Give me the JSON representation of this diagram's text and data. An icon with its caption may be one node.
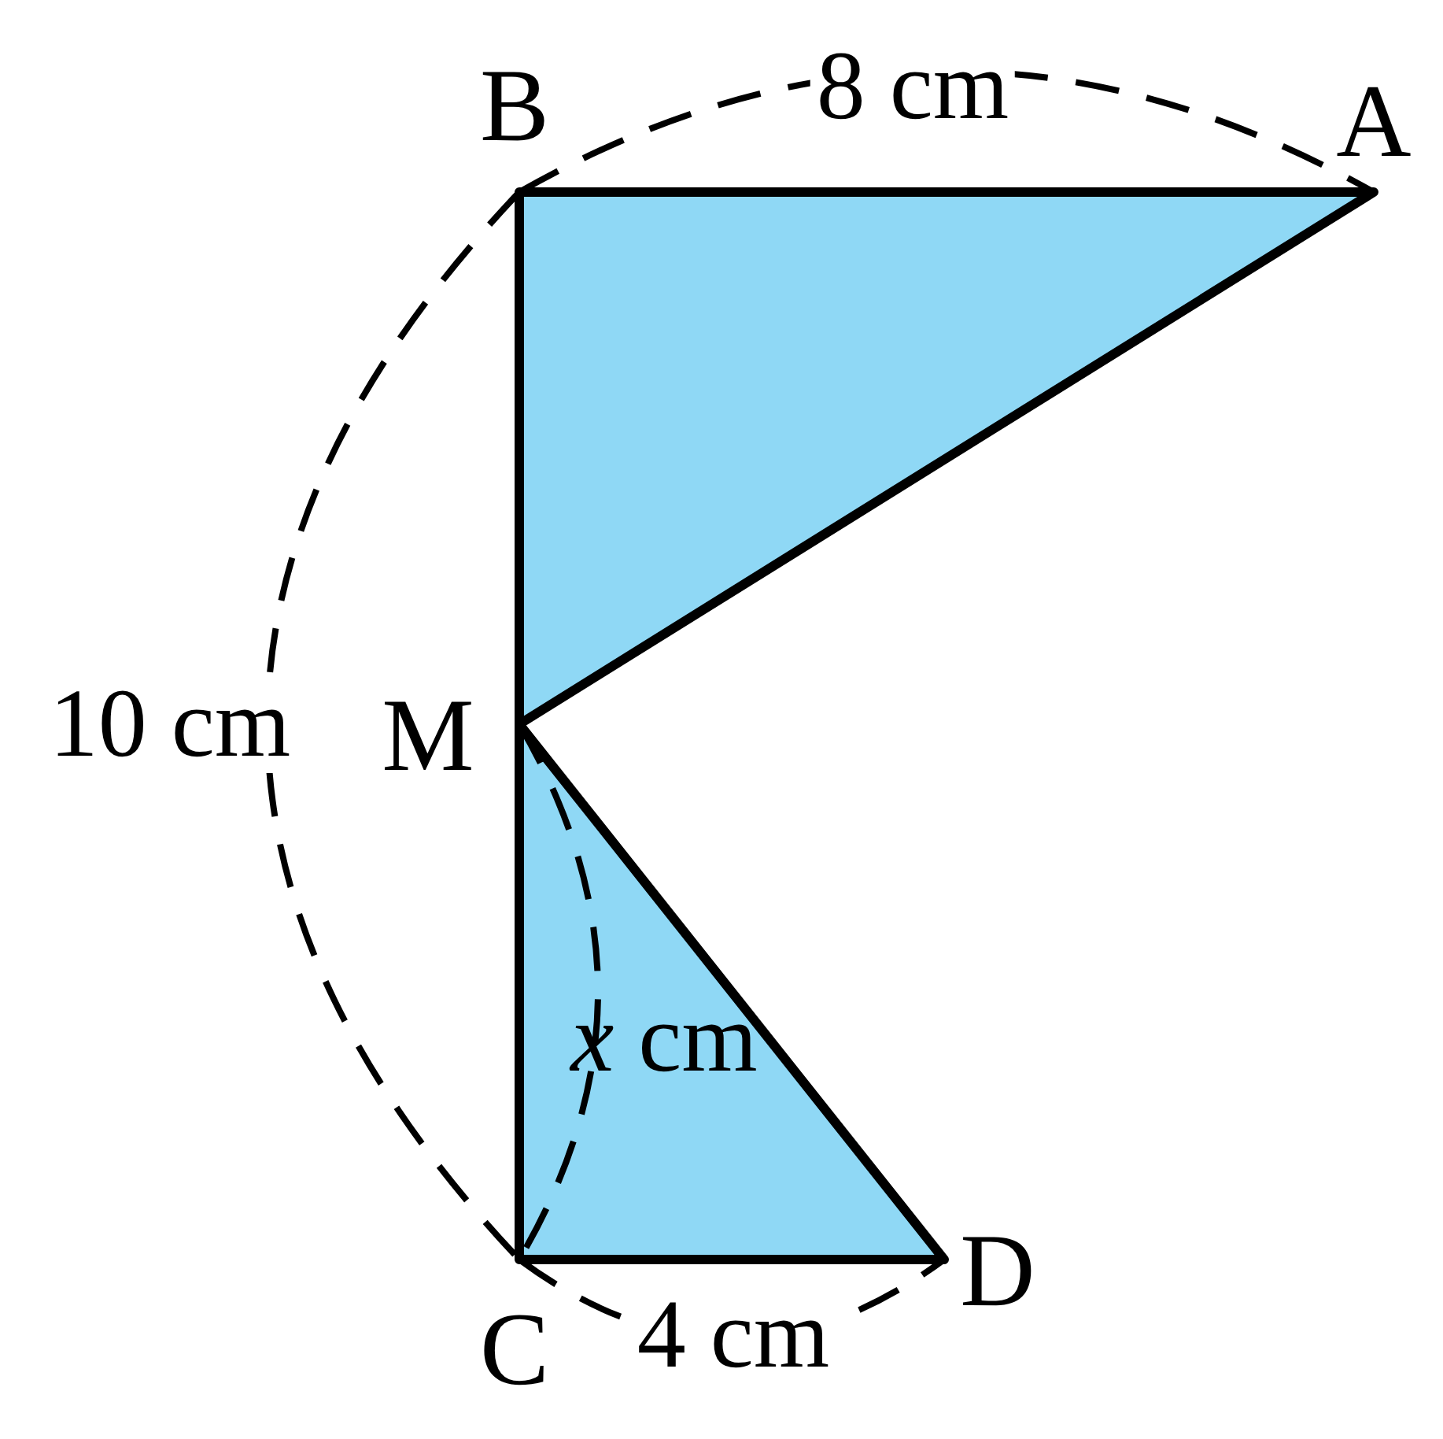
{
  "diagram": {
    "labels": [
      "B",
      "8 cm",
      "A",
      "10 cm",
      "M",
      "*x* cm",
      "D",
      "C",
      "4 cm"
    ]
  }
}
